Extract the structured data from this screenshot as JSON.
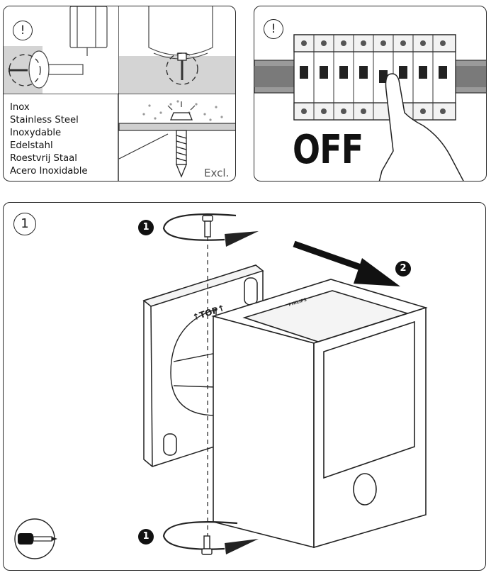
{
  "material_panel": {
    "warning_symbol": "!",
    "materials": [
      "Inox",
      "Stainless Steel",
      "Inoxydable",
      "Edelstahl",
      "Roestvrij Staal",
      "Acero Inoxidable"
    ],
    "excluded_label": "Excl."
  },
  "power_panel": {
    "warning_symbol": "!",
    "switch_state": "OFF"
  },
  "install_panel": {
    "step_number": "1",
    "badges": {
      "top_screw": "1",
      "bottom_screw": "1",
      "slide_direction": "2"
    },
    "mount_label": "↑TOP↑",
    "brand_label": "PHILIPS"
  },
  "icons": [
    "warning-icon",
    "screwdriver-icon",
    "rotate-arrow-icon",
    "slide-arrow-icon"
  ]
}
